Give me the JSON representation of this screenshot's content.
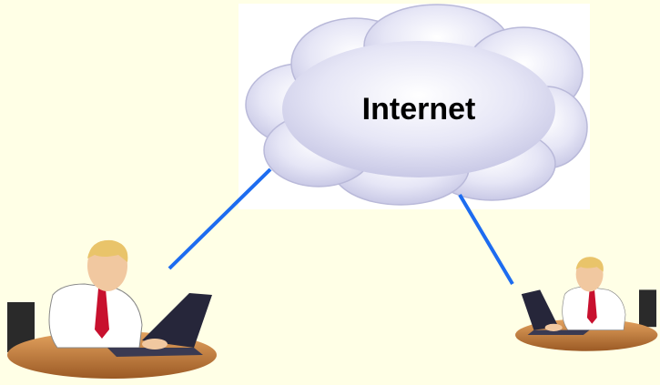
{
  "diagram": {
    "cloud_label": "Internet",
    "nodes": [
      {
        "id": "user-left",
        "role": "person-at-laptop"
      },
      {
        "id": "user-right",
        "role": "person-at-laptop"
      }
    ],
    "connections": [
      {
        "from": "user-left",
        "to": "cloud"
      },
      {
        "from": "user-right",
        "to": "cloud"
      }
    ]
  },
  "colors": {
    "background": "#ffffe6",
    "link": "#1d6cf0",
    "cloud": "#dcdcf2",
    "shirt": "#ffffff",
    "tie": "#c8102e",
    "laptop": "#26263a",
    "desk": "#c07a3d",
    "hair": "#e9c46a",
    "skin": "#f1c8a0"
  },
  "icons": [
    "cloud-icon",
    "person-laptop-icon"
  ]
}
